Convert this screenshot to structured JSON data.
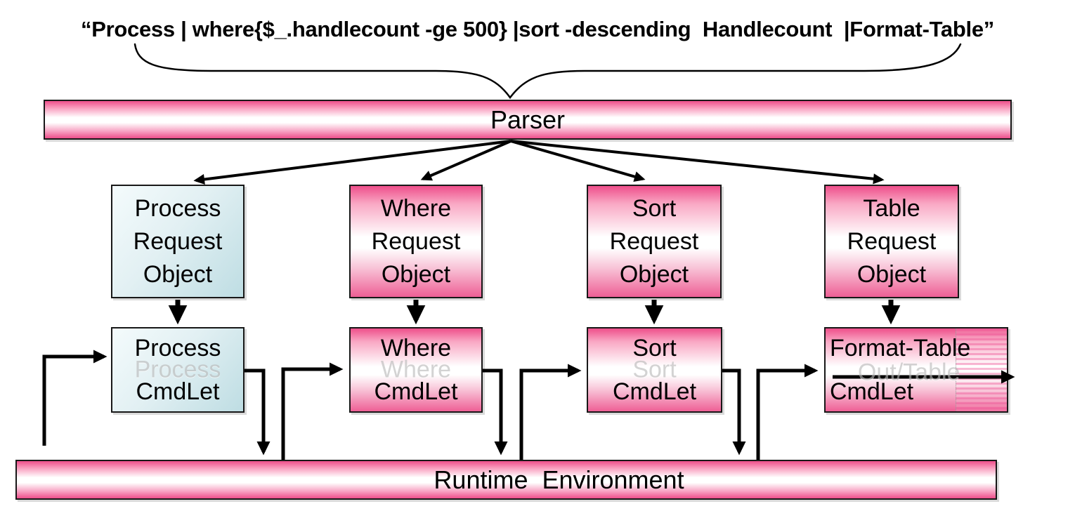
{
  "command": "“Process | where{$_.handlecount -ge 500} |sort -descending  Handlecount  |Format-Table”",
  "parser": {
    "label": "Parser"
  },
  "runtime": {
    "label": "Runtime  Environment"
  },
  "request_objects": [
    {
      "label": "Process\nRequest\nObject"
    },
    {
      "label": "Where\nRequest\nObject"
    },
    {
      "label": "Sort\nRequest\nObject"
    },
    {
      "label": "Table\nRequest\nObject"
    }
  ],
  "cmdlets": [
    {
      "label": "Process\nCmdLet",
      "ghost": "Process"
    },
    {
      "label": "Where\nCmdLet",
      "ghost": "Where"
    },
    {
      "label": "Sort\nCmdLet",
      "ghost": "Sort"
    },
    {
      "label": "Format-Table\nCmdLet",
      "ghost": "Out/Table"
    }
  ],
  "colors": {
    "pink_dark": "#ee4f8b",
    "pink_mid": "#f893b7",
    "blue_light": "#f4fbfc",
    "blue_dark": "#bedde3",
    "line": "#000000",
    "ghost_gray": "#b9b9b9"
  }
}
